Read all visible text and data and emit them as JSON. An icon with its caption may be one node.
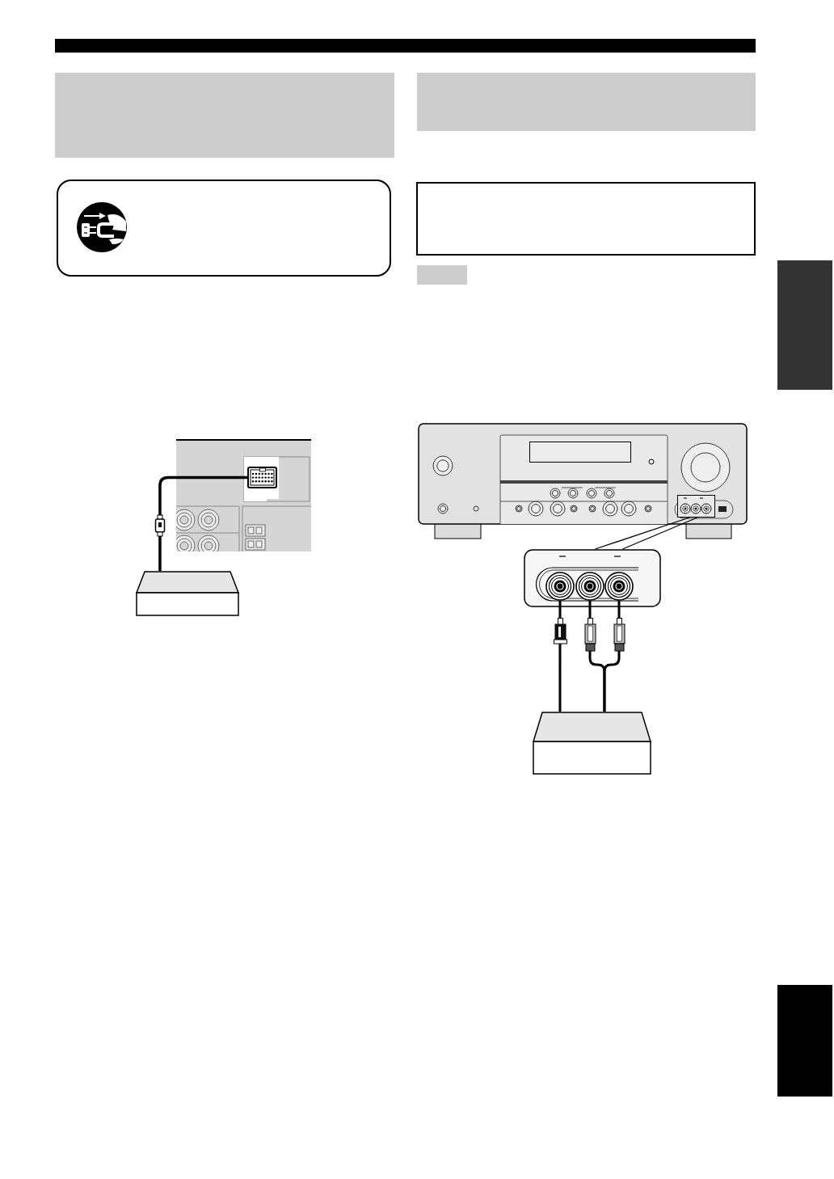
{
  "diagram": {
    "nodes": [
      {
        "text": [],
        "shape": "box"
      },
      {
        "text": [],
        "shape": "box"
      },
      {
        "text": [],
        "shape": "picture"
      },
      {
        "text": [],
        "shape": "box",
        "in": 2
      },
      {
        "text": [],
        "shape": "box"
      },
      {
        "text": [],
        "shape": "box"
      },
      {
        "text": [],
        "shape": "box"
      },
      {
        "text": [],
        "shape": "box"
      },
      {
        "text": [],
        "shape": "picture"
      },
      {
        "text": [],
        "shape": "box",
        "in": 8
      },
      {
        "text": [],
        "shape": "box",
        "in": 8
      },
      {
        "text": [],
        "shape": "picture"
      },
      {
        "text": [],
        "shape": "circle",
        "in": 11
      },
      {
        "text": [],
        "shape": "circle",
        "in": 11
      },
      {
        "text": [],
        "shape": "circle",
        "in": 11
      },
      {
        "text": [],
        "shape": "box"
      },
      {
        "text": [],
        "shape": "box"
      },
      {
        "text": [],
        "shape": "box"
      }
    ],
    "edges": [
      {
        "from": 4,
        "to": 3,
        "arrow": "none"
      },
      {
        "from": 10,
        "to": 11,
        "arrow": "none"
      },
      {
        "from": 10,
        "to": 11,
        "arrow": "none"
      },
      {
        "from": 15,
        "to": 12,
        "arrow": "none"
      },
      {
        "from": 15,
        "to": 13,
        "arrow": "none"
      },
      {
        "from": 15,
        "to": 14,
        "arrow": "none"
      }
    ]
  }
}
